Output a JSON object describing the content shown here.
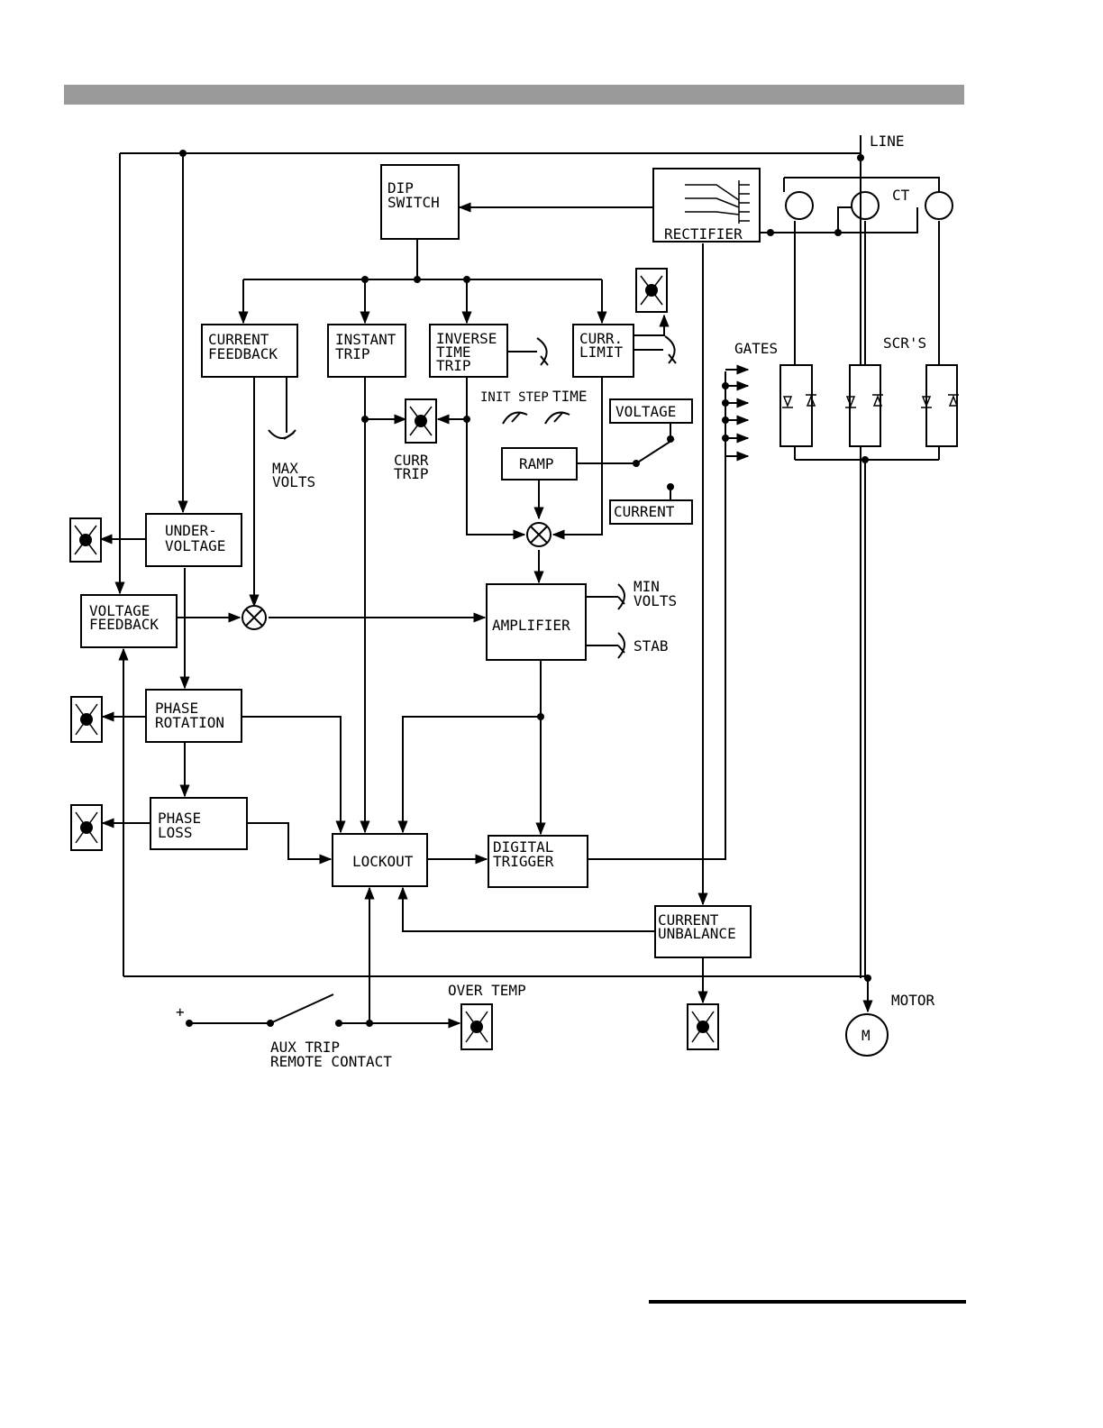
{
  "blocks": {
    "dip_switch": [
      "DIP",
      "SWITCH"
    ],
    "rectifier": "RECTIFIER",
    "current_feedback": [
      "CURRENT",
      "FEEDBACK"
    ],
    "instant_trip": [
      "INSTANT",
      "TRIP"
    ],
    "inverse_time_trip": [
      "INVERSE",
      "TIME",
      "TRIP"
    ],
    "curr_limit": [
      "CURR.",
      "LIMIT"
    ],
    "under_voltage": [
      "UNDER-",
      "VOLTAGE"
    ],
    "voltage_feedback": [
      "VOLTAGE",
      "FEEDBACK"
    ],
    "ramp": "RAMP",
    "voltage_select": "VOLTAGE",
    "current_select": "CURRENT",
    "amplifier": "AMPLIFIER",
    "phase_rotation": [
      "PHASE",
      "ROTATION"
    ],
    "phase_loss": [
      "PHASE",
      "LOSS"
    ],
    "lockout": "LOCKOUT",
    "digital_trigger": [
      "DIGITAL",
      "TRIGGER"
    ],
    "current_unbalance": [
      "CURRENT",
      "UNBALANCE"
    ]
  },
  "labels": {
    "line": "LINE",
    "ct": "CT",
    "gates": "GATES",
    "scrs": "SCR'S",
    "max_volts": [
      "MAX",
      "VOLTS"
    ],
    "curr_trip": [
      "CURR",
      "TRIP"
    ],
    "init_step": "INIT STEP",
    "time": "TIME",
    "min_volts": [
      "MIN",
      "VOLTS"
    ],
    "stab": "STAB",
    "over_temp": "OVER TEMP",
    "motor": "MOTOR",
    "motor_symbol": "M",
    "aux_trip": [
      "AUX TRIP",
      "REMOTE CONTACT"
    ],
    "plus": "+"
  }
}
